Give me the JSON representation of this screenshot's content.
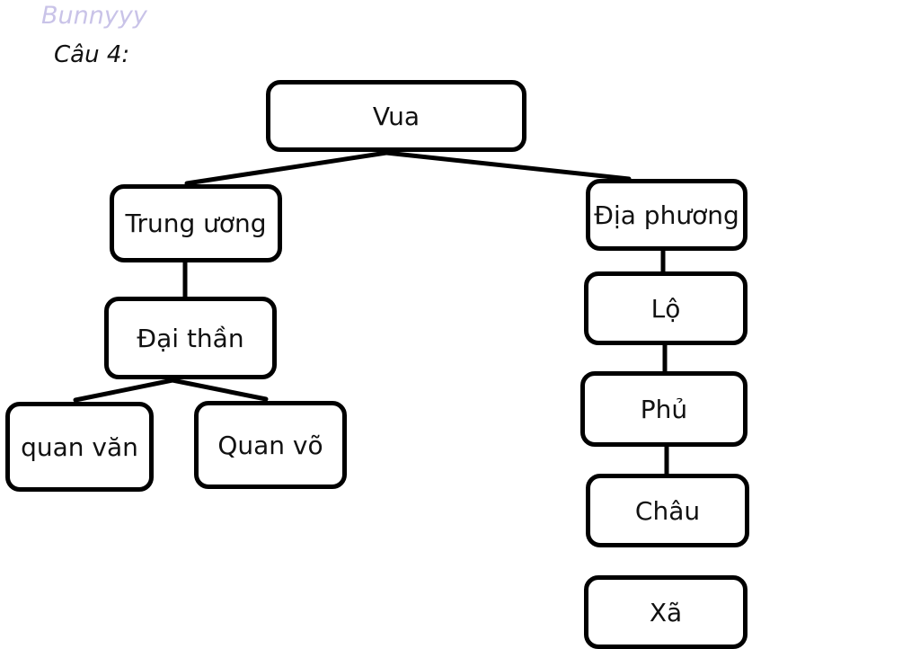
{
  "watermark": "Bunnyyy",
  "question_label": "Câu 4:",
  "nodes": {
    "root": "Vua",
    "central": "Trung ương",
    "local": "Địa phương",
    "ministers": "Đại thần",
    "civil": "quan văn",
    "military": "Quan võ",
    "lo": "Lộ",
    "phu": "Phủ",
    "chau": "Châu",
    "xa": "Xã"
  }
}
